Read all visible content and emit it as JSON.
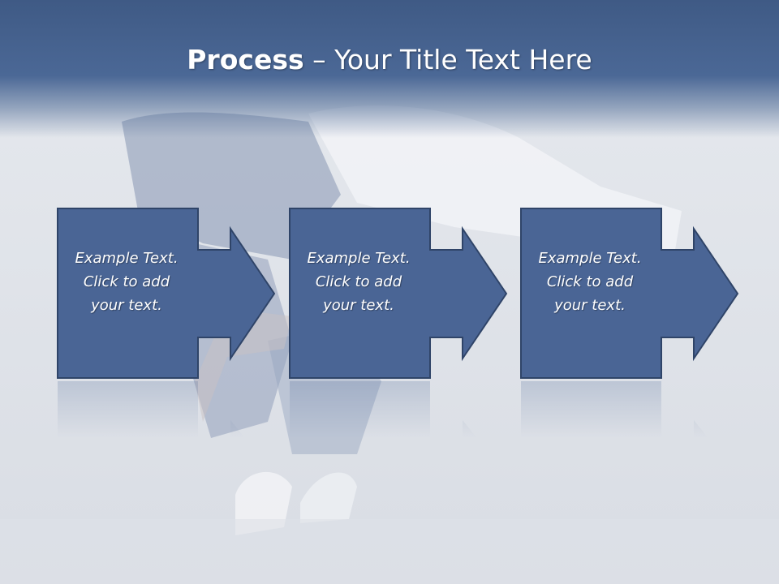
{
  "slide": {
    "title_bold": "Process",
    "title_rest": " – Your Title Text Here",
    "steps": [
      {
        "text": "Example Text.\nClick  to add\nyour text."
      },
      {
        "text": "Example Text.\nClick  to add\nyour text."
      },
      {
        "text": "Example Text.\nClick  to add\nyour text."
      }
    ]
  },
  "colors": {
    "title_band": "#46628f",
    "step_fill": "#4a6595",
    "step_border": "#2f4468",
    "text": "#ffffff"
  },
  "icons": {
    "step_arrow": "right-arrow-icon"
  }
}
